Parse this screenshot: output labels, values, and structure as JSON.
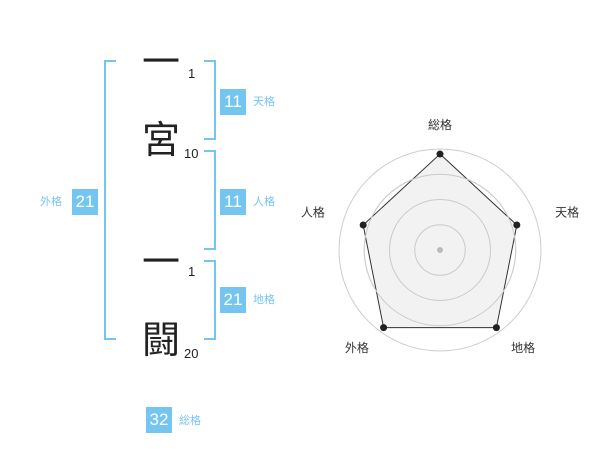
{
  "name": {
    "characters": [
      {
        "char": "一",
        "strokes": "1"
      },
      {
        "char": "宮",
        "strokes": "10"
      },
      {
        "char": "一",
        "strokes": "1"
      },
      {
        "char": "闘",
        "strokes": "20"
      }
    ]
  },
  "kaku": {
    "tenkaku": {
      "value": "11",
      "label": "天格"
    },
    "jinkaku": {
      "value": "11",
      "label": "人格"
    },
    "chikaku": {
      "value": "21",
      "label": "地格"
    },
    "gaikaku": {
      "value": "21",
      "label": "外格"
    },
    "soukaku": {
      "value": "32",
      "label": "総格"
    }
  },
  "chart_data": {
    "type": "radar",
    "axes": [
      "総格",
      "天格",
      "地格",
      "外格",
      "人格"
    ],
    "values": [
      0.95,
      0.8,
      0.95,
      0.95,
      0.8
    ],
    "range": [
      0,
      1
    ],
    "rings": 4,
    "colors": {
      "fill": "#efefef",
      "line": "#333333",
      "ring": "#cccccc",
      "center": "#bbbbbb"
    }
  }
}
